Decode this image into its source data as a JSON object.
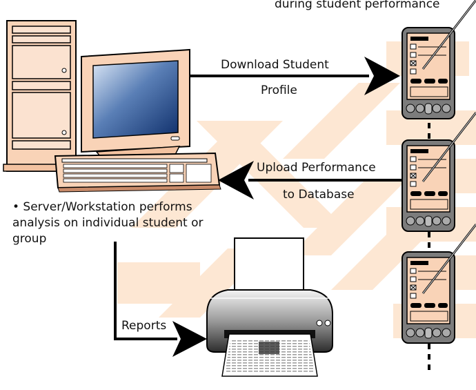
{
  "labels": {
    "top_caption": "during student performance",
    "download_line1": "Download Student",
    "download_line2": "Profile",
    "upload_line1": "Upload Performance",
    "upload_line2": "to Database",
    "server_bullet": "• Server/Workstation performs analysis on individual student or group",
    "reports": "Reports"
  },
  "colors": {
    "background_pattern": "#fde7d3",
    "device_body": "#f9d3b7",
    "arrow": "#000000"
  },
  "icons": [
    "computer-tower-icon",
    "monitor-icon",
    "keyboard-icon",
    "handheld-pda-icon",
    "printer-icon"
  ]
}
